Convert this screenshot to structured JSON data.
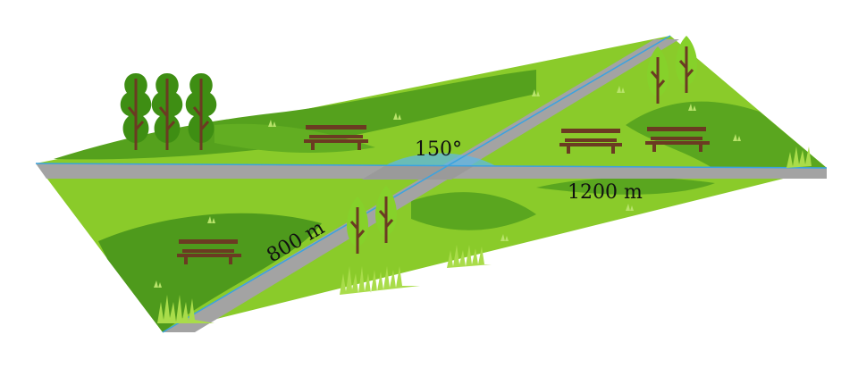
{
  "labels": {
    "angle": "150°",
    "road_horizontal_length": "1200 m",
    "road_diagonal_length": "800 m"
  },
  "colors": {
    "grass_light": "#8acb2a",
    "grass_dark": "#4e9a1c",
    "grass_mid": "#66b022",
    "road": "#a3a3a3",
    "road_edge": "#8c8c8c",
    "measure_line": "#3aa3e0",
    "angle_fill": "#5fb7e6",
    "bench": "#6b3b22",
    "tree_light": "#86d12a",
    "tree_dark": "#3e8e13",
    "trunk": "#6b3b22"
  },
  "icons": [
    "tree-icon",
    "bench-icon",
    "grass-tuft-icon"
  ]
}
